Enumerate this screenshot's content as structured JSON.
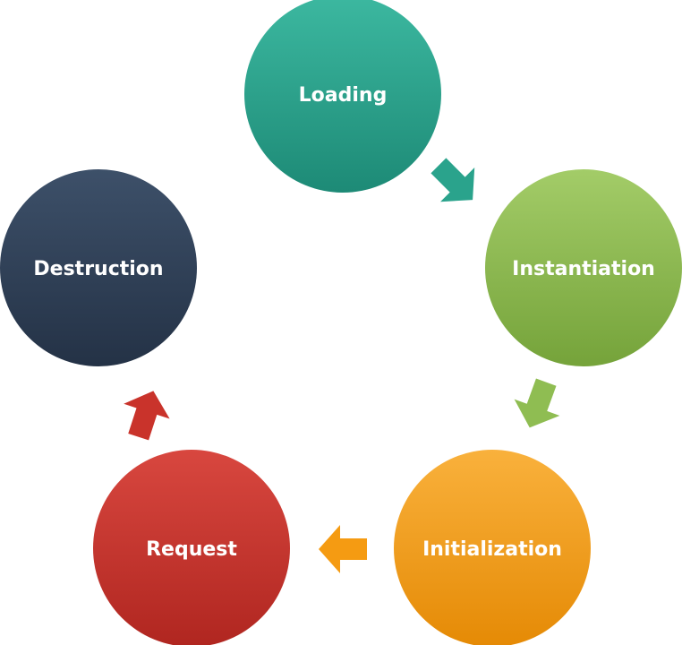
{
  "stages": [
    {
      "id": "loading",
      "label": "Loading",
      "color": "#27a08a",
      "color_light": "#3cb8a0",
      "color_dark": "#1d8a76"
    },
    {
      "id": "instantiation",
      "label": "Instantiation",
      "color": "#8cbb4e",
      "color_light": "#a3cc68",
      "color_dark": "#75a33a"
    },
    {
      "id": "initialization",
      "label": "Initialization",
      "color": "#f59b12",
      "color_light": "#f9b13c",
      "color_dark": "#e58a05"
    },
    {
      "id": "request",
      "label": "Request",
      "color": "#c9332b",
      "color_light": "#d8473f",
      "color_dark": "#b02620"
    },
    {
      "id": "destruction",
      "label": "Destruction",
      "color": "#2e3e55",
      "color_light": "#3d5069",
      "color_dark": "#243246"
    }
  ],
  "arrows": [
    {
      "id": "loading-to-instantiation",
      "icon": "arrow-icon",
      "color": "#2aa38c"
    },
    {
      "id": "instantiation-to-initialization",
      "icon": "arrow-icon",
      "color": "#8fbd52"
    },
    {
      "id": "initialization-to-request",
      "icon": "arrow-icon",
      "color": "#f59b12"
    },
    {
      "id": "request-to-destruction",
      "icon": "arrow-icon",
      "color": "#c9332b"
    }
  ],
  "background": "#ffffff"
}
